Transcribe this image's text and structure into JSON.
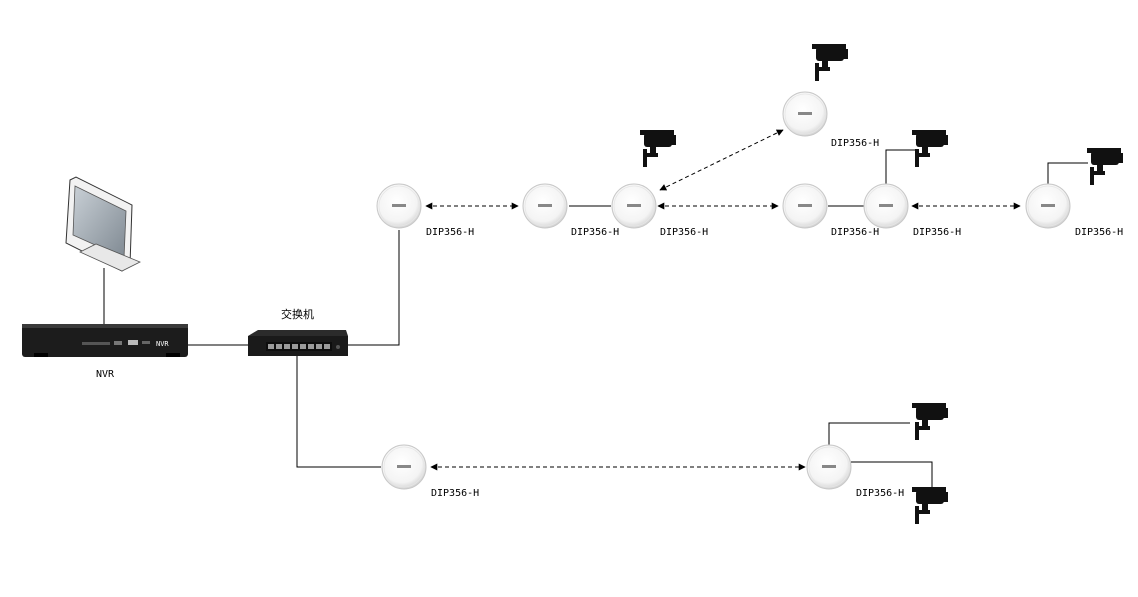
{
  "labels": {
    "nvr": "NVR",
    "switch": "交换机",
    "nvr_badge": "NVR",
    "bridge_model": "DIP356-H"
  },
  "bridges": [
    {
      "id": "b1",
      "label": "DIP356-H"
    },
    {
      "id": "b2",
      "label": "DIP356-H"
    },
    {
      "id": "b3",
      "label": "DIP356-H"
    },
    {
      "id": "b4",
      "label": "DIP356-H"
    },
    {
      "id": "b5",
      "label": "DIP356-H"
    },
    {
      "id": "b6",
      "label": "DIP356-H"
    },
    {
      "id": "b7",
      "label": "DIP356-H"
    },
    {
      "id": "b8",
      "label": "DIP356-H"
    },
    {
      "id": "b9",
      "label": "DIP356-H"
    }
  ],
  "colors": {
    "line": "#000000",
    "device_body": "#1c1c1c",
    "bridge_fill": "#ffffff",
    "bridge_edge": "#c8c8c8",
    "monitor_screen": "#9aa3ab"
  }
}
